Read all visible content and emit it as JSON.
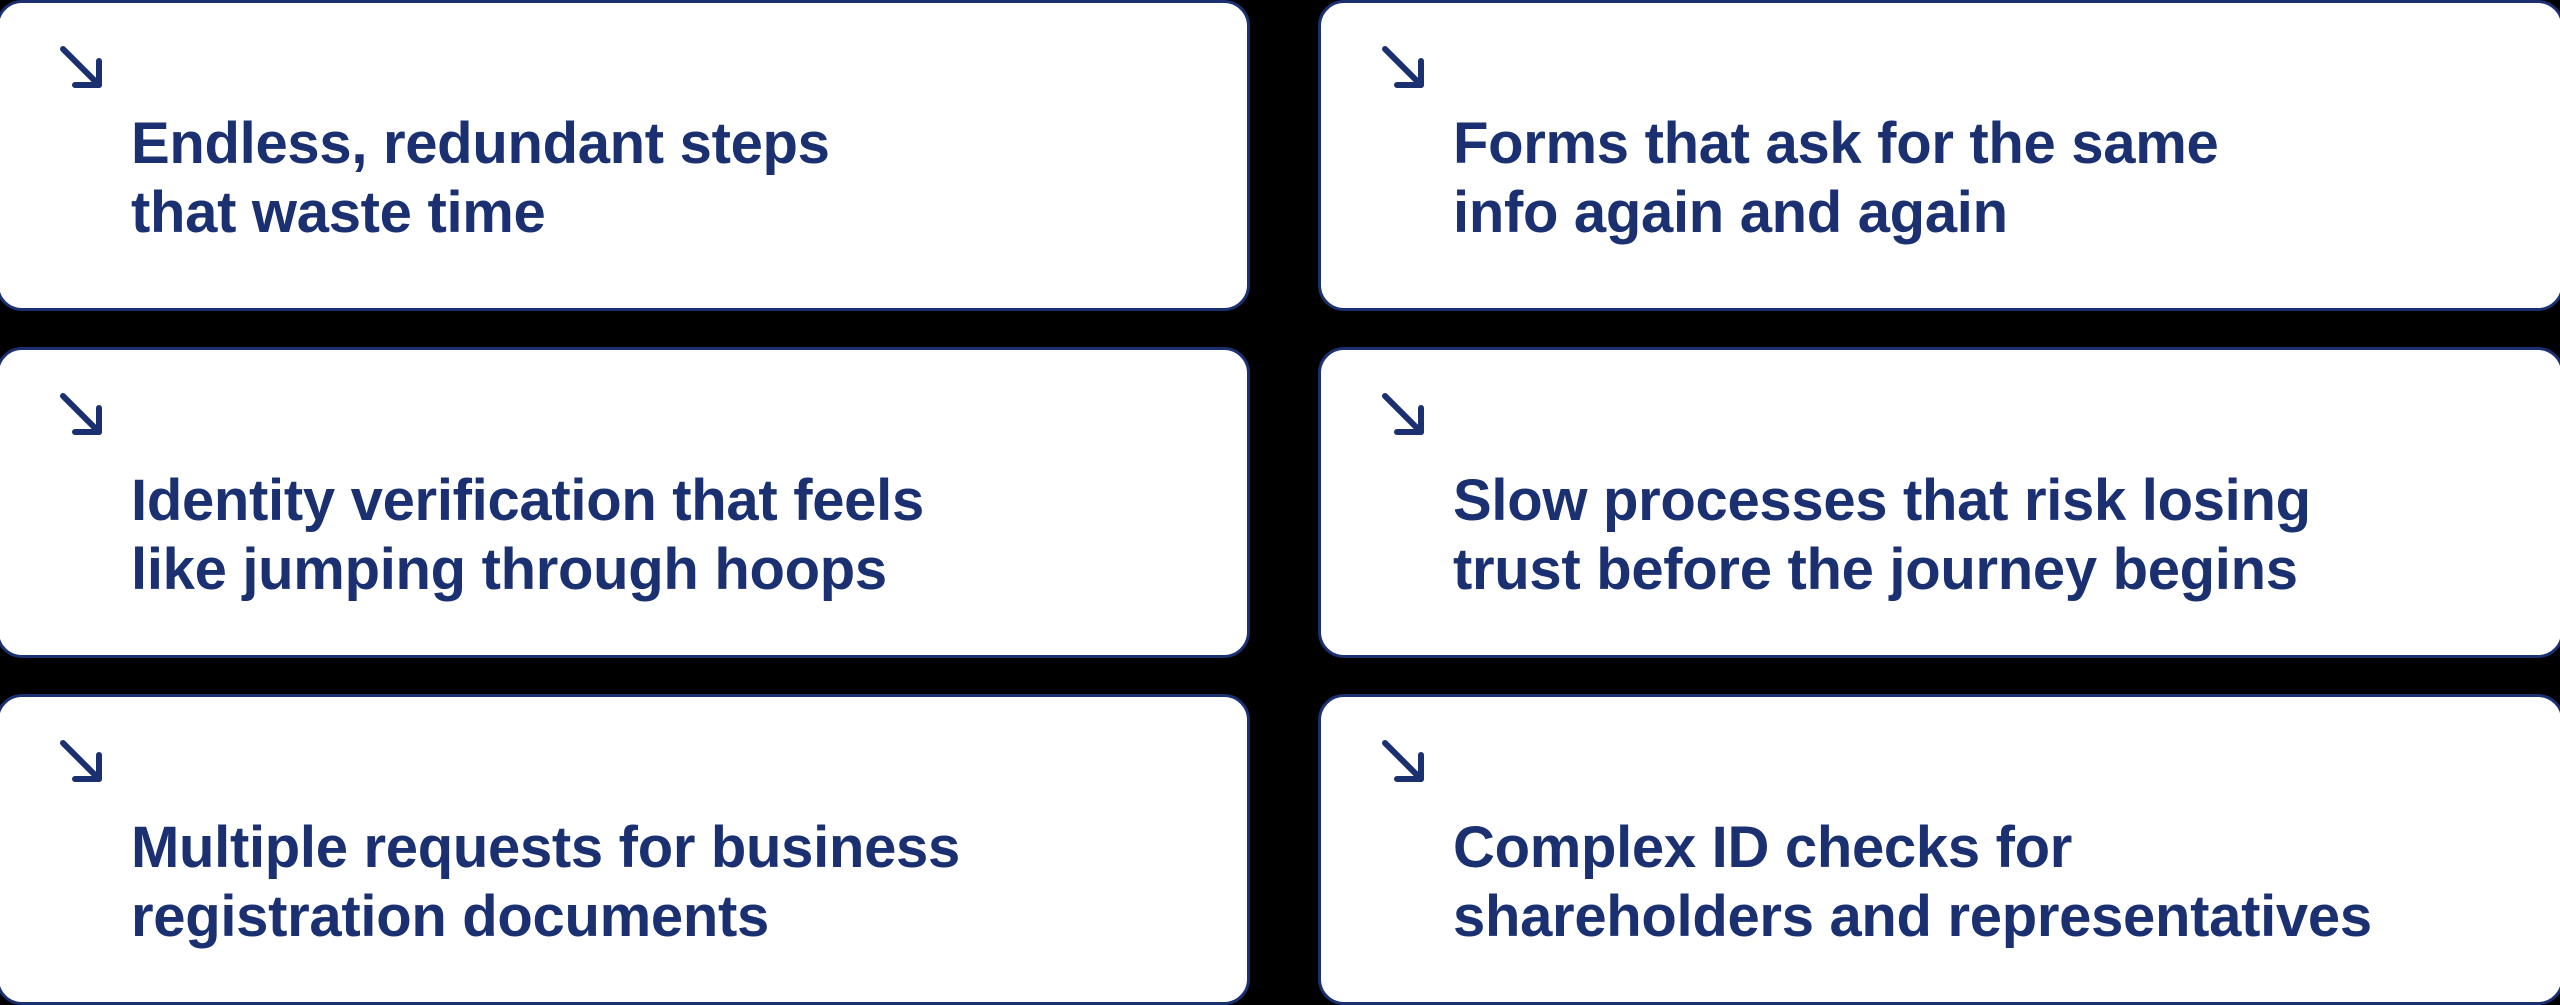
{
  "theme": {
    "background": "#000000",
    "card_background": "#ffffff",
    "accent_navy": "#1b3070",
    "border_color": "#1b3070"
  },
  "layout": {
    "columns": 2,
    "rows": 3,
    "card_count": 6
  },
  "cards": [
    {
      "icon": "arrow-down-right-icon",
      "text": "Endless, redundant steps\nthat waste time",
      "line_1": "Endless, redundant steps",
      "line_2": "that waste time"
    },
    {
      "icon": "arrow-down-right-icon",
      "text": "Forms that ask for the same\ninfo again and again",
      "line_1": "Forms that ask for the same",
      "line_2": "info again and again"
    },
    {
      "icon": "arrow-down-right-icon",
      "text": "Identity verification that feels\nlike jumping through hoops",
      "line_1": "Identity verification that feels",
      "line_2": "like jumping through hoops"
    },
    {
      "icon": "arrow-down-right-icon",
      "text": "Slow processes that risk losing\ntrust before the journey begins",
      "line_1": "Slow processes that risk losing",
      "line_2": "trust before the journey begins"
    },
    {
      "icon": "arrow-down-right-icon",
      "text": "Multiple requests for business\nregistration documents",
      "line_1": "Multiple requests for business",
      "line_2": "registration documents"
    },
    {
      "icon": "arrow-down-right-icon",
      "text": "Complex ID checks for\nshareholders and representatives",
      "line_1": "Complex ID checks for",
      "line_2": "shareholders and representatives"
    }
  ]
}
